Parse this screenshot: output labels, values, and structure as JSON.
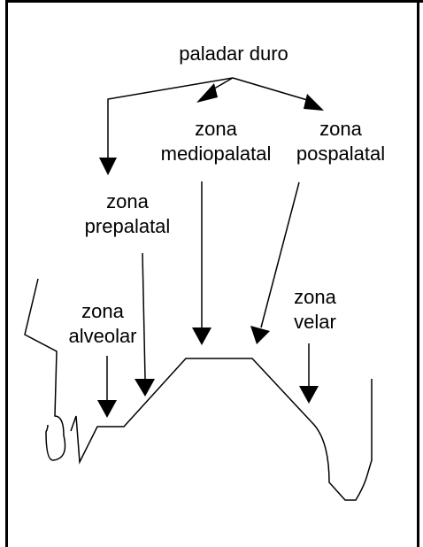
{
  "labels": {
    "paladar_duro": "paladar duro",
    "mediopalatal_line1": "zona",
    "mediopalatal_line2": "mediopalatal",
    "pospalatal_line1": "zona",
    "pospalatal_line2": "pospalatal",
    "prepalatal_line1": "zona",
    "prepalatal_line2": "prepalatal",
    "alveolar_line1": "zona",
    "alveolar_line2": "alveolar",
    "velar_line1": "zona",
    "velar_line2": "velar"
  }
}
